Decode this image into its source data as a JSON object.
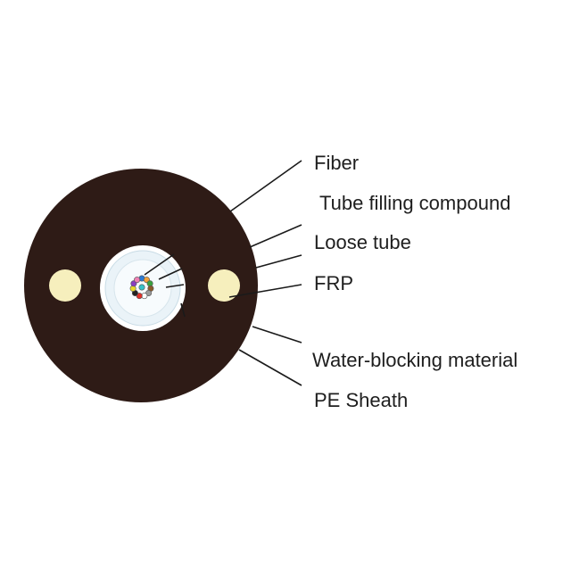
{
  "colors": {
    "sheath": "#2e1b16",
    "frp": "#f6efbd",
    "tube_fill": "#eaf3f8",
    "tube_ring": "#ffffff",
    "leader_line": "#1a1a1a",
    "text": "#1e1e1e"
  },
  "labels": {
    "fiber": "Fiber",
    "tube_filling_compound": "Tube filling compound",
    "loose_tube": "Loose tube",
    "frp": "FRP",
    "water_blocking_material": "Water-blocking material",
    "pe_sheath": "PE Sheath"
  },
  "fiber_colors": [
    "#2b7bd4",
    "#f2a13a",
    "#3aa23f",
    "#8b5a2b",
    "#9a9a9a",
    "#ffffff",
    "#e0302a",
    "#222222",
    "#e8d82a",
    "#8a3fc0",
    "#ef7fb5",
    "#36c2c9"
  ]
}
